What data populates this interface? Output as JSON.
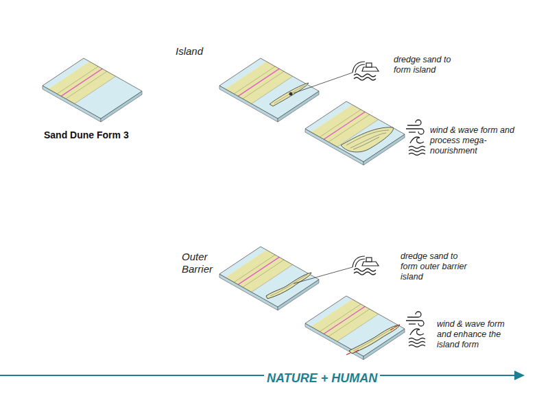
{
  "diagram": {
    "title": "Sand Dune Form 3",
    "labels": [
      "Island",
      "dredge sand to form island",
      "wind & wave form and process mega-nourishment",
      "Outer Barrier",
      "dredge sand to form outer barrier island",
      "wind & wave form and enhance the island form",
      "NATURE + HUMAN"
    ]
  }
}
